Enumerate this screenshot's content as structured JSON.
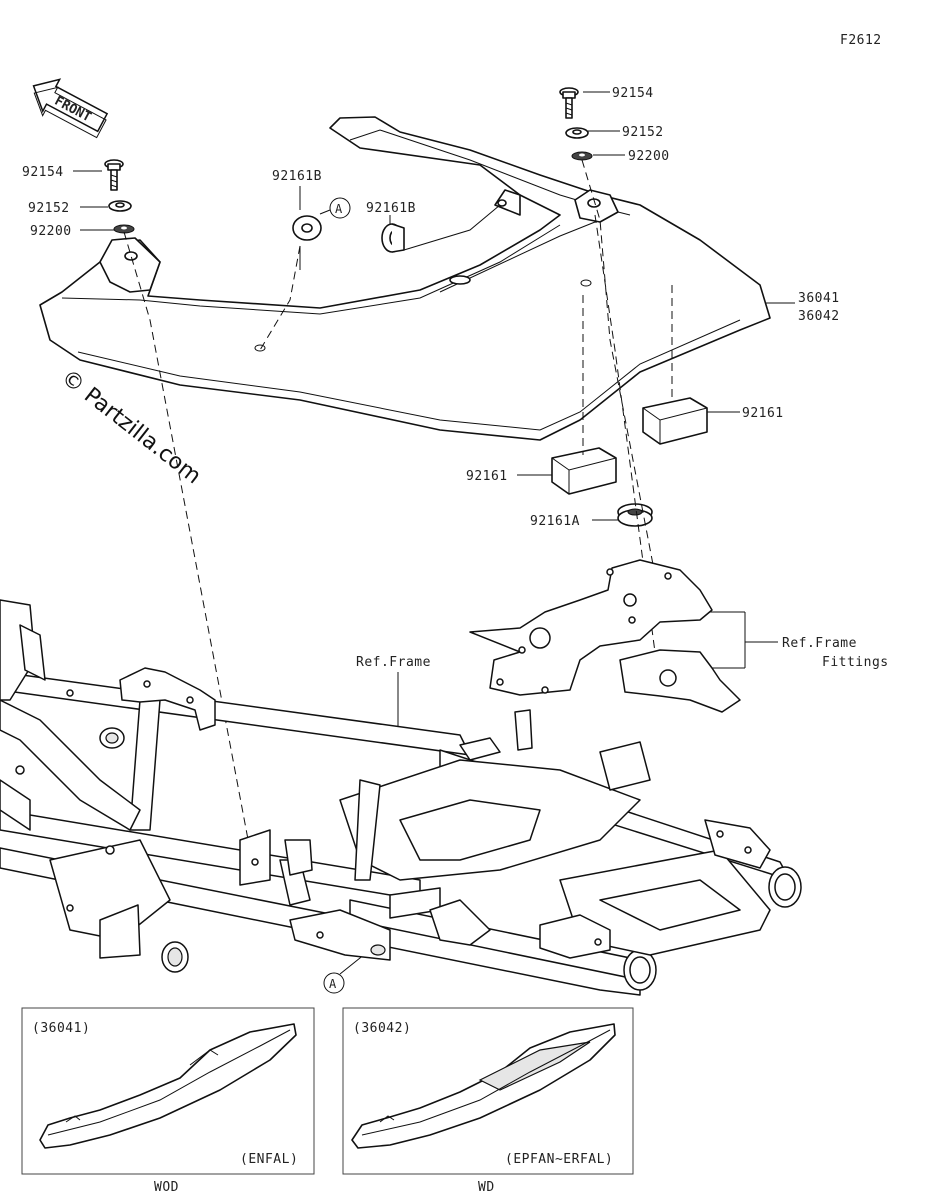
{
  "figure_code": "F2612",
  "front_arrow_label": "FRONT",
  "watermark": "© Partzilla.com",
  "callouts": {
    "bolt_left": "92154",
    "washer_left": "92152",
    "damper_left": "92200",
    "bolt_right": "92154",
    "washer_right": "92152",
    "damper_right": "92200",
    "grommet_b_left": "92161B",
    "grommet_b_right": "92161B",
    "cover_a": "36041",
    "cover_b": "36042",
    "pad_right": "92161",
    "pad_left": "92161",
    "grommet_a": "92161A",
    "ref_frame": "Ref.Frame",
    "ref_frame_fittings_1": "Ref.Frame",
    "ref_frame_fittings_2": "Fittings",
    "marker_top": "A",
    "marker_bottom": "A"
  },
  "insets": [
    {
      "part": "(36041)",
      "variant": "(ENFAL)",
      "caption": "WOD"
    },
    {
      "part": "(36042)",
      "variant": "(EPFAN~ERFAL)",
      "caption": "WD"
    }
  ]
}
